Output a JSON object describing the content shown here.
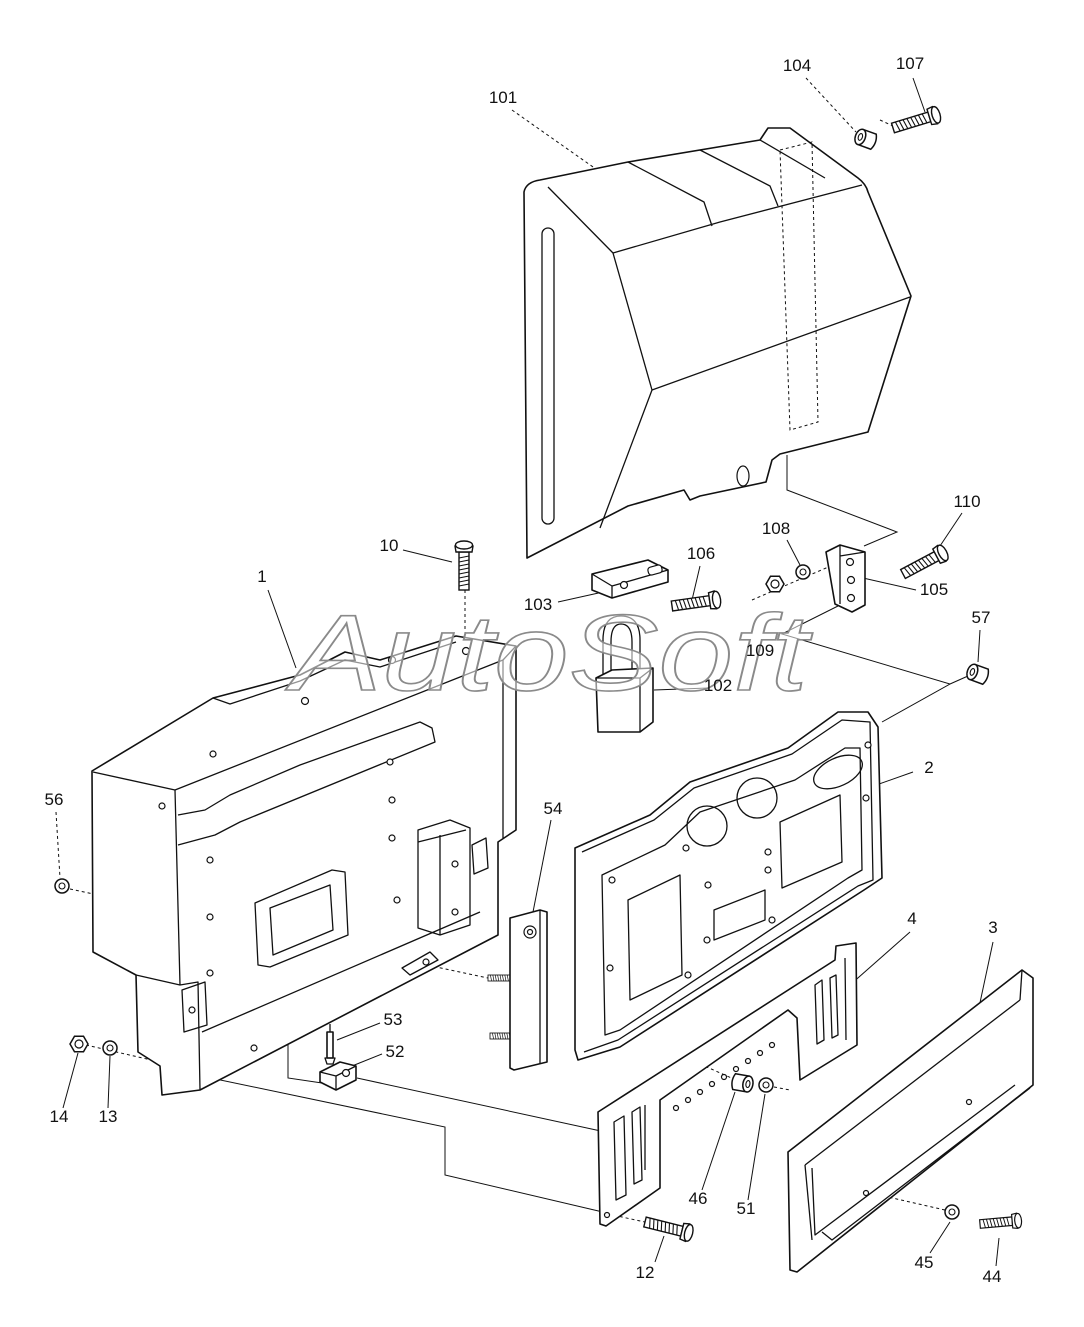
{
  "watermark": "AutoSoft",
  "part_numbers": [
    "101",
    "104",
    "107",
    "110",
    "108",
    "106",
    "105",
    "103",
    "109",
    "102",
    "57",
    "10",
    "1",
    "2",
    "56",
    "54",
    "4",
    "3",
    "53",
    "52",
    "14",
    "13",
    "46",
    "51",
    "12",
    "45",
    "44"
  ]
}
